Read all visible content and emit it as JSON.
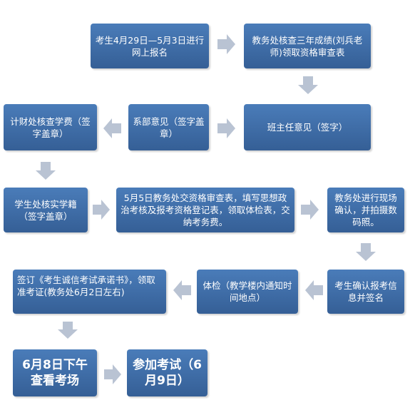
{
  "steps": [
    {
      "id": "s1",
      "text": "考生4月29日—5月3日进行网上报名"
    },
    {
      "id": "s2",
      "text": "教务处核查三年成绩(刘兵老师)领取资格审查表"
    },
    {
      "id": "s3",
      "text": "班主任意见（签字）"
    },
    {
      "id": "s4",
      "text": "系部意见（签字盖章）"
    },
    {
      "id": "s5",
      "text": "计财处核查学费（签字盖章）"
    },
    {
      "id": "s6",
      "text": "学生处核实学籍（签字盖章）"
    },
    {
      "id": "s7",
      "text": "5月5日教务处交资格审查表，填写思想政治考核及报考资格登记表，领取体检表，交纳考务费。"
    },
    {
      "id": "s8",
      "text": "教务处进行现场确认，并拍摄数码照。"
    },
    {
      "id": "s9",
      "text": "考生确认报考信息并签名"
    },
    {
      "id": "s10",
      "text": "体检（教学楼内通知时间地点）"
    },
    {
      "id": "s11",
      "text": "签订《考生诚信考试承诺书》，领取准考证(教务处6月2日左右)"
    },
    {
      "id": "s12",
      "text": "6月8日下午查看考场"
    },
    {
      "id": "s13",
      "text": "参加考试（6月9日）"
    }
  ],
  "colors": {
    "box": "#3f6fa8",
    "arrow": "#b9c3d3",
    "text": "#ffffff"
  }
}
